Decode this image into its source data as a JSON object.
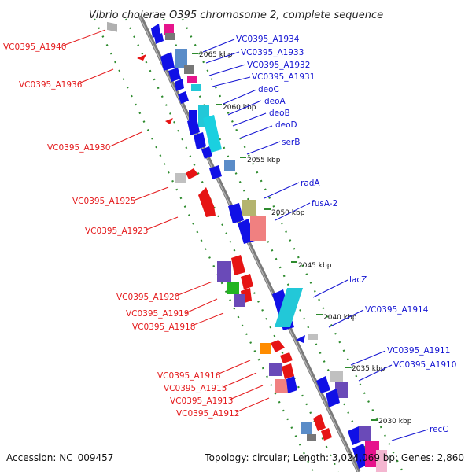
{
  "title": "Vibrio cholerae O395 chromosome 2, complete sequence",
  "footer": {
    "accession": "Accession: NC_009457",
    "summary": "Topology: circular; Length: 3,024,069 bp; Genes: 2,860"
  },
  "scale_ticks": [
    "2065 kbp",
    "2060 kbp",
    "2055 kbp",
    "2050 kbp",
    "2045 kbp",
    "2040 kbp",
    "2035 kbp",
    "2030 kbp"
  ],
  "labels_reverse": [
    "VC0395_A1940",
    "VC0395_A1936",
    "VC0395_A1930",
    "VC0395_A1925",
    "VC0395_A1923",
    "VC0395_A1920",
    "VC0395_A1919",
    "VC0395_A1918",
    "VC0395_A1916",
    "VC0395_A1915",
    "VC0395_A1913",
    "VC0395_A1912"
  ],
  "labels_forward": [
    "VC0395_A1934",
    "VC0395_A1933",
    "VC0395_A1932",
    "VC0395_A1931",
    "deoC",
    "deoA",
    "deoB",
    "deoD",
    "serB",
    "radA",
    "fusA-2",
    "lacZ",
    "VC0395_A1914",
    "VC0395_A1911",
    "VC0395_A1910",
    "recC"
  ],
  "colors": {
    "reverse_label": "#e41a1c",
    "forward_label": "#1414d2",
    "backbone": "#8c8c8c",
    "dotted_ring": "#2e8b2e",
    "gene_blue": "#1010e6",
    "gene_red": "#e61414",
    "gene_cyan": "#22c8d8",
    "gene_steel": "#5a8cc8",
    "gene_grey": "#9a9a9a",
    "gene_purple": "#6a4ab8",
    "gene_green": "#22b422",
    "gene_orange": "#ff8c00",
    "gene_olive": "#b4b46e",
    "gene_salmon": "#f08080",
    "gene_magenta": "#e6148c"
  }
}
